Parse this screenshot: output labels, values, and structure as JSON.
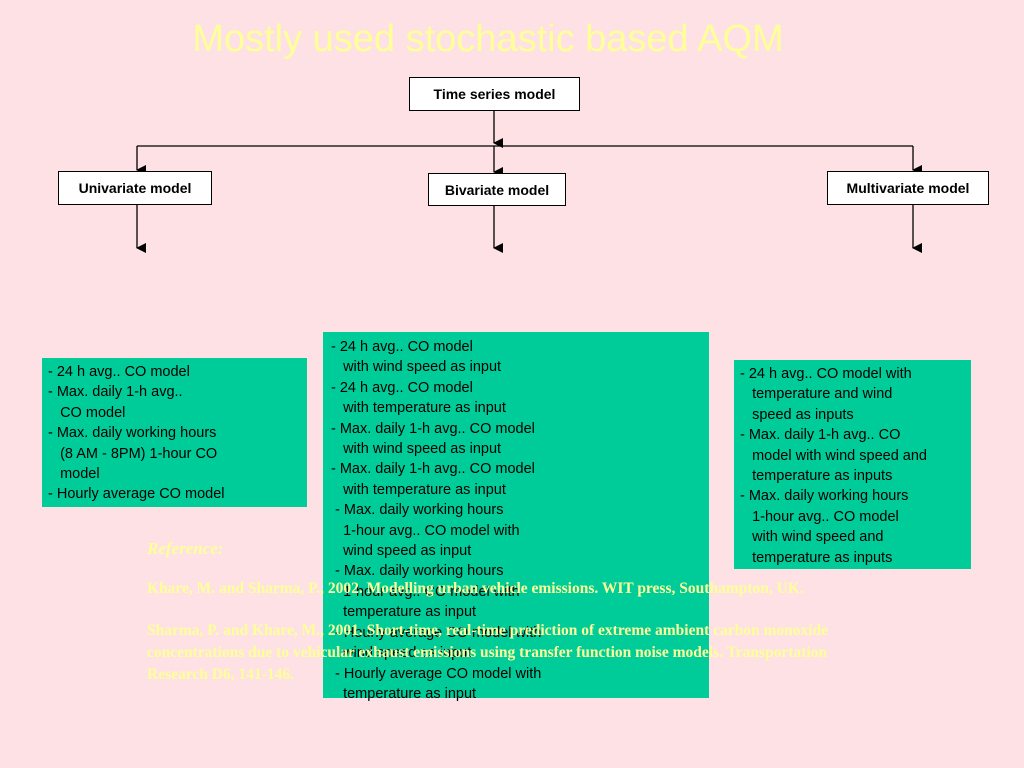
{
  "title": "Mostly used stochastic based AQM",
  "root": {
    "label": "Time series model"
  },
  "models": [
    {
      "label": "Univariate  model",
      "items": [
        "- 24 h avg.. CO model",
        "- Max. daily 1-h avg..",
        "   CO model",
        "- Max. daily working hours",
        "   (8 AM - 8PM) 1-hour CO",
        "   model",
        "- Hourly average CO model"
      ]
    },
    {
      "label": "Bivariate model",
      "items": [
        "- 24 h avg.. CO model",
        "   with wind speed as input",
        "- 24 h avg.. CO model",
        "   with temperature as input",
        "- Max. daily 1-h avg.. CO model",
        "   with wind speed as input",
        "- Max. daily 1-h avg.. CO model",
        "   with temperature as input",
        " - Max. daily working hours",
        "   1-hour avg.. CO model with",
        "   wind speed as input",
        " - Max. daily working hours",
        "   1-hour avg.. CO model with",
        "   temperature as input",
        " - Hourly average CO model with",
        "   wind speed as input",
        " - Hourly average CO model with",
        "   temperature as input"
      ]
    },
    {
      "label": "Multivariate model",
      "items": [
        "- 24 h avg.. CO model with",
        "   temperature and wind",
        "   speed as inputs",
        "- Max. daily 1-h avg.. CO",
        "   model with wind speed and",
        "   temperature as inputs",
        "- Max. daily working hours",
        "   1-hour avg.. CO model",
        "   with wind speed and",
        "   temperature as inputs"
      ]
    }
  ],
  "reference": {
    "heading": "Reference:",
    "entries": [
      "Khare, M. and Sharma, P., 2002. Modelling urban vehicle emissions. WIT press, Southampton, UK.",
      "Sharma, P. and Khare, M., 2001. Short-time, real-time prediction of extreme ambient carbon monoxide concentrations due to vehicular exhaust emissions using transfer function noise models. Transportation Research D6, 141-146."
    ]
  }
}
